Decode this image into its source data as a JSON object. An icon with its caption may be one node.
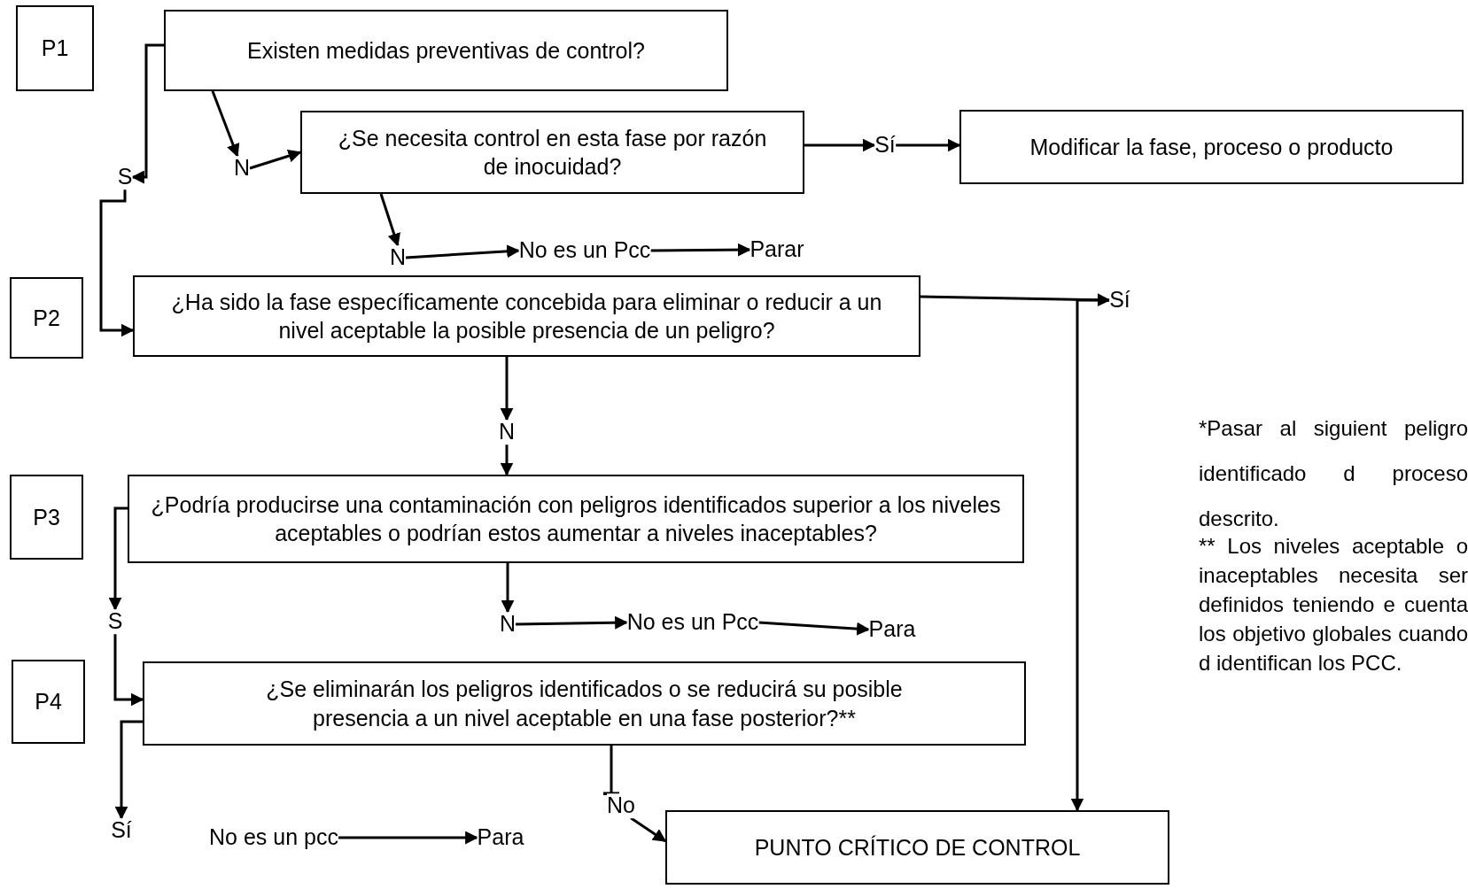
{
  "diagram": {
    "nodes": [
      {
        "text": [
          "P1"
        ]
      },
      {
        "text": [
          "Existen medidas preventivas de control?"
        ]
      },
      {
        "text": [
          "S"
        ]
      },
      {
        "text": [
          "N"
        ]
      },
      {
        "text": [
          "¿Se necesita control en esta fase por razón de inocuidad?"
        ]
      },
      {
        "text": [
          "Sí"
        ]
      },
      {
        "text": [
          "Modificar la fase, proceso o producto"
        ]
      },
      {
        "text": [
          "N"
        ]
      },
      {
        "text": [
          "No es un Pcc"
        ]
      },
      {
        "text": [
          "Parar"
        ]
      },
      {
        "text": [
          "P2"
        ]
      },
      {
        "text": [
          "¿Ha sido la fase específicamente concebida para eliminar o reducir a un nivel aceptable la posible presencia de un peligro?"
        ]
      },
      {
        "text": [
          "Sí"
        ]
      },
      {
        "text": [
          "N"
        ]
      },
      {
        "text": [
          "P3"
        ]
      },
      {
        "text": [
          "¿Podría producirse una contaminación con peligros identificados superior a los niveles aceptables o podrían estos aumentar a niveles inaceptables?"
        ]
      },
      {
        "text": [
          "S"
        ]
      },
      {
        "text": [
          "N"
        ]
      },
      {
        "text": [
          "No es un Pcc"
        ]
      },
      {
        "text": [
          "Para"
        ]
      },
      {
        "text": [
          "P4"
        ]
      },
      {
        "text": [
          "¿Se eliminarán los peligros identificados o se reducirá su posible presencia a un nivel aceptable en una fase posterior?**"
        ]
      },
      {
        "text": [
          "Sí"
        ]
      },
      {
        "text": [
          "No es un pcc"
        ]
      },
      {
        "text": [
          "Para"
        ]
      },
      {
        "text": [
          "No"
        ]
      },
      {
        "text": [
          "PUNTO CRÍTICO DE CONTROL"
        ]
      }
    ],
    "edges": [
      {
        "from": 1,
        "to": 2,
        "arrow": "to"
      },
      {
        "from": 1,
        "to": 3,
        "arrow": "to"
      },
      {
        "from": 3,
        "to": 4,
        "arrow": "to"
      },
      {
        "from": 4,
        "to": 5,
        "arrow": "to"
      },
      {
        "from": 5,
        "to": 6,
        "arrow": "to"
      },
      {
        "from": 4,
        "to": 7,
        "arrow": "to"
      },
      {
        "from": 7,
        "to": 8,
        "arrow": "to"
      },
      {
        "from": 8,
        "to": 9,
        "arrow": "to"
      },
      {
        "from": 2,
        "to": 11,
        "arrow": "to"
      },
      {
        "from": 11,
        "to": 12,
        "arrow": "to"
      },
      {
        "from": 12,
        "to": 26,
        "arrow": "to"
      },
      {
        "from": 11,
        "to": 13,
        "arrow": "to"
      },
      {
        "from": 13,
        "to": 15,
        "arrow": "to"
      },
      {
        "from": 15,
        "to": 16,
        "arrow": "to"
      },
      {
        "from": 16,
        "to": 21,
        "arrow": "to"
      },
      {
        "from": 21,
        "to": 22,
        "arrow": "to"
      },
      {
        "from": 15,
        "to": 17,
        "arrow": "to"
      },
      {
        "from": 17,
        "to": 18,
        "arrow": "to"
      },
      {
        "from": 18,
        "to": 19,
        "arrow": "to"
      },
      {
        "from": 21,
        "to": 25,
        "arrow": "other"
      },
      {
        "from": 25,
        "to": 26,
        "arrow": "to"
      },
      {
        "from": 23,
        "to": 24,
        "arrow": "to"
      }
    ],
    "labels": [
      "*Pasar al siguient peligro identificado d proceso descrito.",
      "** Los niveles aceptable o inaceptables necesita ser definidos teniendo e cuenta los objetivo globales cuando d identifican los PCC."
    ]
  }
}
